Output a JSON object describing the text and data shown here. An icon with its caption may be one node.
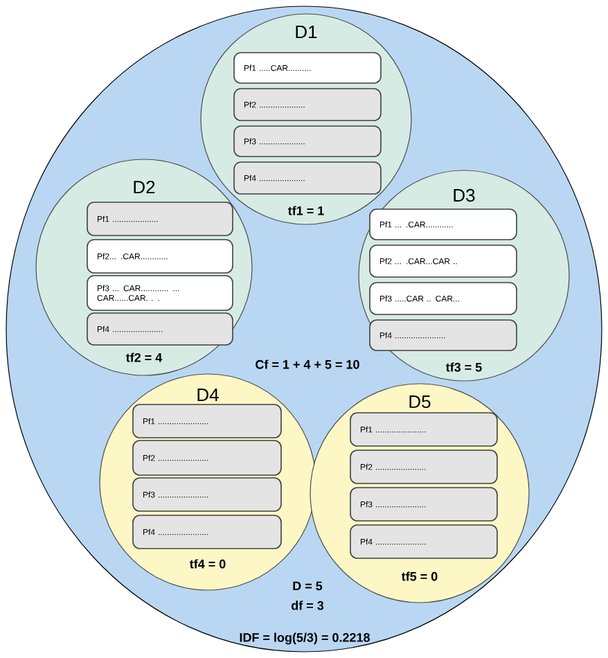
{
  "diagram": {
    "nodes": [
      {
        "text": [],
        "shape": "ellipse"
      },
      {
        "text": [
          "D1",
          "tf1 = 1"
        ],
        "in": 0
      },
      {
        "text": [
          "Pf1 .....CAR.........."
        ],
        "in": 1
      },
      {
        "text": [
          "Pf2 ...................."
        ],
        "in": 1
      },
      {
        "text": [
          "Pf3 ...................."
        ],
        "in": 1
      },
      {
        "text": [
          "Pf4 ...................."
        ],
        "in": 1
      },
      {
        "text": [
          "D2",
          "tf2 = 4"
        ],
        "in": 0
      },
      {
        "text": [
          "Pf1 ...................."
        ],
        "in": 6
      },
      {
        "text": [
          "Pf2... .CAR............"
        ],
        "in": 6
      },
      {
        "text": [
          "Pf3 ... CAR............ ... CAR......CAR. . ."
        ],
        "in": 6
      },
      {
        "text": [
          "Pf4 ......................"
        ],
        "in": 6
      },
      {
        "text": [
          "D3",
          "tf3 = 5"
        ],
        "in": 0
      },
      {
        "text": [
          "Pf1 ... .CAR............"
        ],
        "in": 11
      },
      {
        "text": [
          "Pf2 ... .CAR...CAR .."
        ],
        "in": 11
      },
      {
        "text": [
          "Pf3 .....CAR .. CAR..."
        ],
        "in": 11
      },
      {
        "text": [
          "Pf4 ......................"
        ],
        "in": 11
      },
      {
        "text": [
          "D4",
          "tf4 = 0"
        ],
        "in": 0
      },
      {
        "text": [
          "Pf1 ......................"
        ],
        "in": 16
      },
      {
        "text": [
          "Pf2 ......................"
        ],
        "in": 16
      },
      {
        "text": [
          "Pf3 ......................"
        ],
        "in": 16
      },
      {
        "text": [
          "Pf4 ......................"
        ],
        "in": 16
      },
      {
        "text": [
          "D5",
          "tf5 = 0"
        ],
        "in": 0
      },
      {
        "text": [
          "Pf1 ......................"
        ],
        "in": 21
      },
      {
        "text": [
          "Pf2 ......................"
        ],
        "in": 21
      },
      {
        "text": [
          "Pf3 ......................"
        ],
        "in": 21
      },
      {
        "text": [
          "Pf4 ......................"
        ],
        "in": 21
      }
    ],
    "edges": [],
    "labels": [
      "Cf = 1 + 4 + 5 = 10",
      "D = 5",
      "df = 3",
      "IDF = log(5/3) = 0.2218"
    ]
  }
}
